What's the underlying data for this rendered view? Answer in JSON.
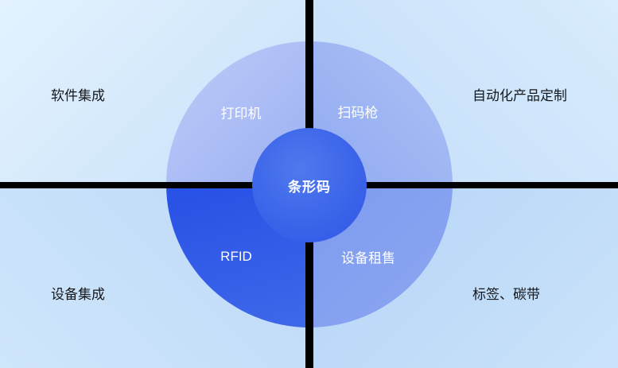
{
  "diagram": {
    "center": {
      "label": "条形码"
    },
    "ring_segments": [
      {
        "position": "top-left",
        "label": "打印机"
      },
      {
        "position": "top-right",
        "label": "扫码枪"
      },
      {
        "position": "bottom-left",
        "label": "RFID"
      },
      {
        "position": "bottom-right",
        "label": "设备租售"
      }
    ],
    "corner_labels": [
      {
        "position": "top-left",
        "label": "软件集成"
      },
      {
        "position": "top-right",
        "label": "自动化产品定制"
      },
      {
        "position": "bottom-left",
        "label": "设备集成"
      },
      {
        "position": "bottom-right",
        "label": "标签、碳带"
      }
    ],
    "colors": {
      "background_light_blue": "#c9e2fa",
      "ring_light_blue": "#9db3f3",
      "ring_highlight_blue": "#2e57e7",
      "center_circle_blue": "#3a63e9",
      "divider_black": "#000000",
      "label_on_circle": "#ffffff",
      "corner_label_text": "#15181d"
    }
  }
}
